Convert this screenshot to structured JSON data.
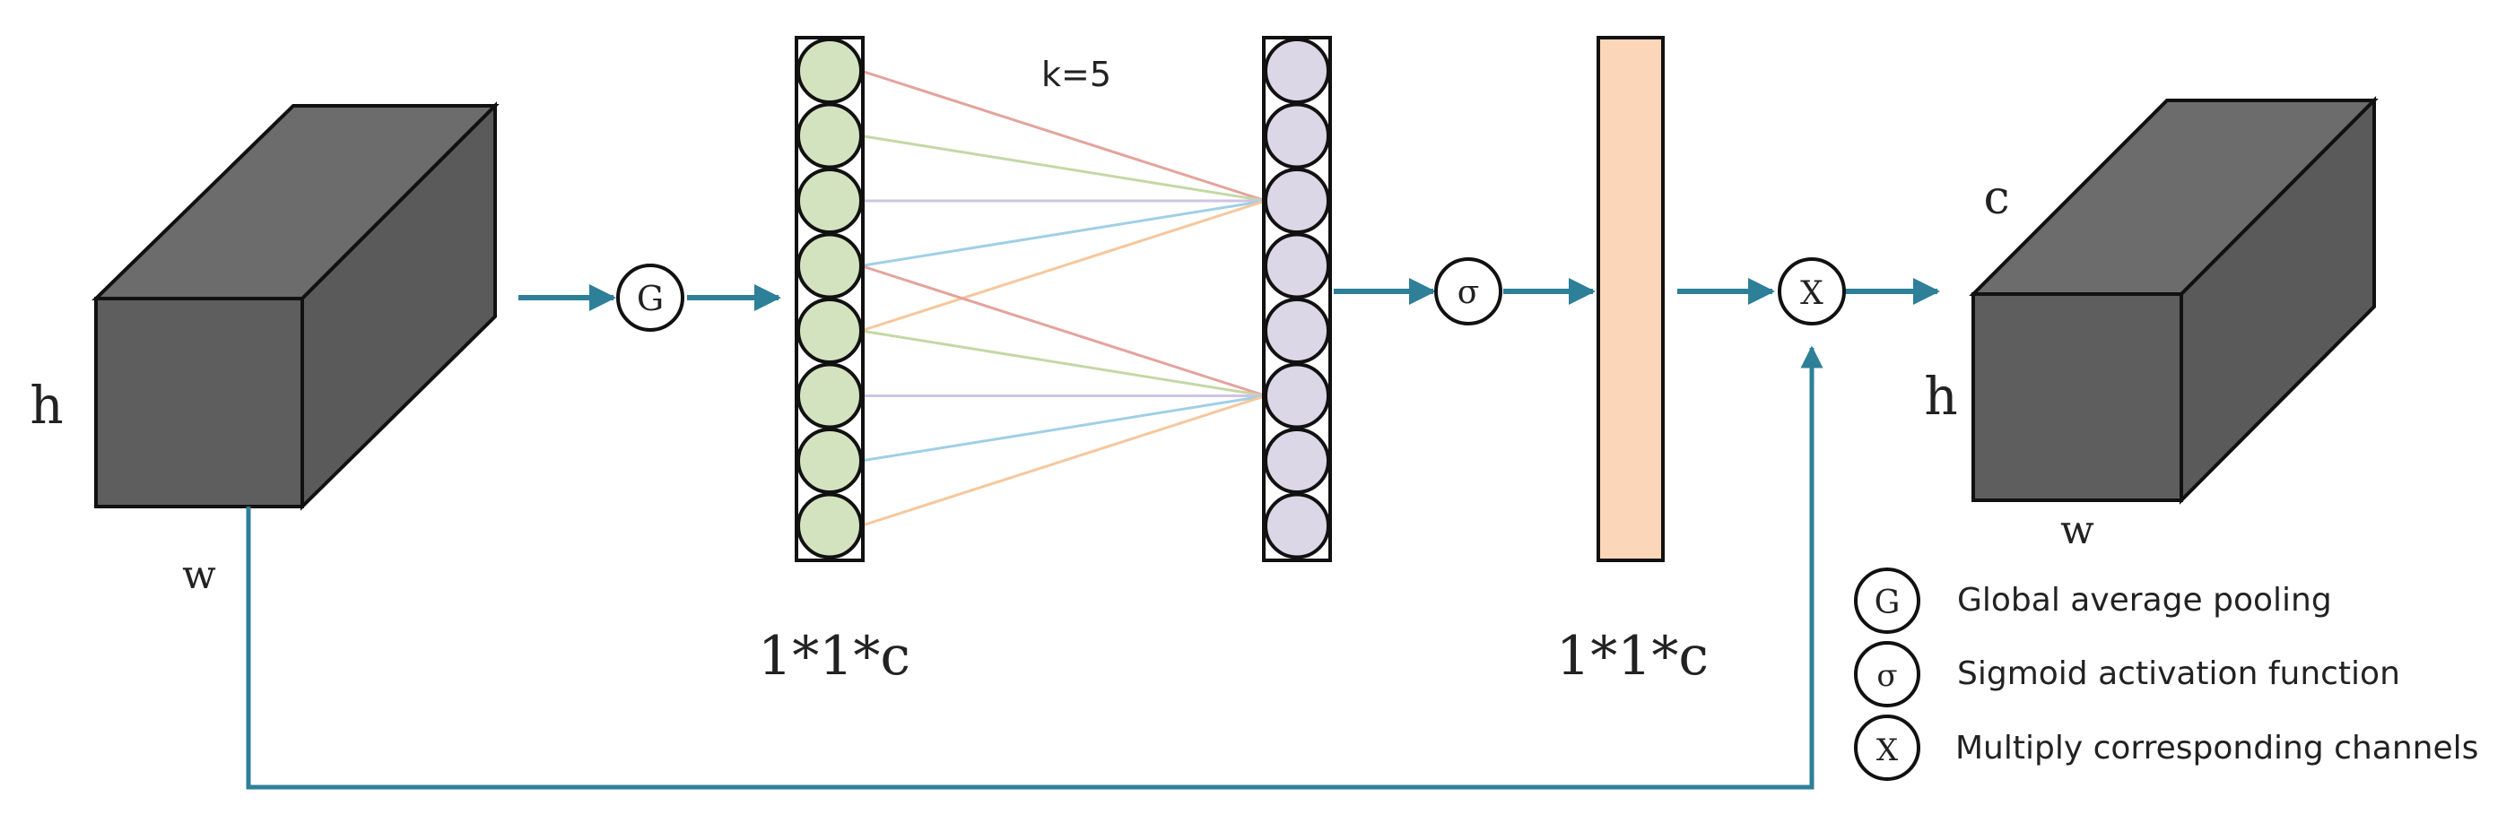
{
  "input_block": {
    "height_label": "h",
    "width_label": "w"
  },
  "conv": {
    "kernel_label": "k=5"
  },
  "vectors": {
    "left_dim_label": "1*1*c",
    "right_dim_label": "1*1*c"
  },
  "output_block": {
    "channel_label": "c",
    "height_label": "h",
    "width_label": "w"
  },
  "operators": {
    "gap_symbol": "G",
    "sigmoid_symbol": "σ",
    "multiply_symbol": "X"
  },
  "legend": [
    {
      "symbol": "G",
      "text": "Global average pooling"
    },
    {
      "symbol": "σ",
      "text": "Sigmoid activation function"
    },
    {
      "symbol": "X",
      "text": "Multiply corresponding channels"
    }
  ],
  "colors": {
    "cube_front": "#5e5e5e",
    "cube_top": "#6c6c6c",
    "cube_side": "#5a5a5a",
    "arrow": "#2e7f98",
    "green_node": "#d4e3bf",
    "purple_node": "#dcd7e7",
    "attention_bar": "#fcd6b9",
    "conn_red": "#e4a39d",
    "conn_green": "#c4d8a6",
    "conn_purple": "#cfc4e4",
    "conn_blue": "#9fd0e6",
    "conn_orange": "#f6c79c"
  }
}
